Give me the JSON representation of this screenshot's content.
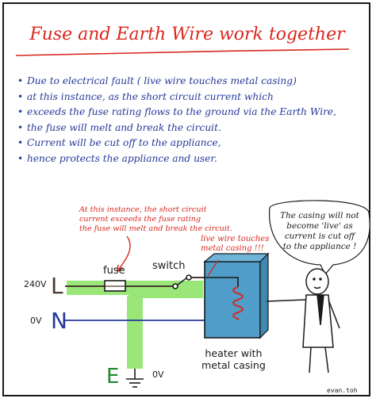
{
  "title": "Fuse and Earth Wire work together",
  "bullets": [
    "Due to electrical fault ( live wire touches metal casing)",
    "at this instance, as the short circuit current which",
    "exceeds the fuse rating flows to the ground via the Earth Wire,",
    "the fuse will melt and break the circuit.",
    "Current will be cut off to the appliance,",
    "hence protects the appliance and user."
  ],
  "diagram": {
    "note_red": [
      "At this instance, the short circuit",
      "current exceeds the fuse rating",
      "the fuse will melt and break the circuit."
    ],
    "note_touch": [
      "live wire touches",
      "metal casing !!!"
    ],
    "person_speech": [
      "The casing will not",
      "become 'live' as",
      "current is cut off",
      "to the appliance !"
    ],
    "fuse_label": "fuse",
    "switch_label": "switch",
    "live_voltage": "240V",
    "live_letter": "L",
    "neutral_voltage": "0V",
    "neutral_letter": "N",
    "earth_letter": "E",
    "earth_voltage": "0V",
    "heater_label": [
      "heater with",
      "metal casing"
    ],
    "signature": "evan.toh"
  },
  "colors": {
    "title_red": "#d8281e",
    "text_blue": "#24389a",
    "earth_green": "#8fe36a",
    "heater_blue": "#4f9dc8",
    "live_brown": "#4a3a30",
    "neutral_blue": "#24389a",
    "coil_red": "#d8281e",
    "earth_letter_green": "#1f8a2e"
  }
}
